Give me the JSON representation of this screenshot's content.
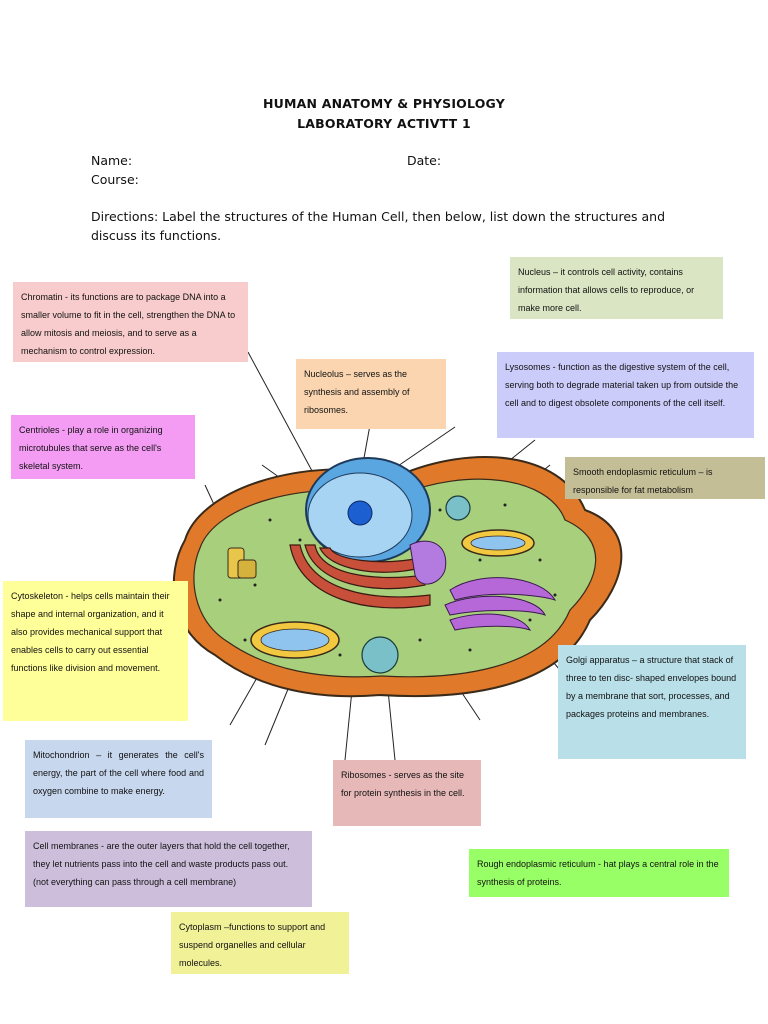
{
  "header": {
    "line1": "HUMAN ANATOMY & PHYSIOLOGY",
    "line2": "LABORATORY ACTIVTT 1"
  },
  "fields": {
    "name": "Name:",
    "date": "Date:",
    "course": "Course:"
  },
  "directions": "Directions: Label the structures of the Human Cell, then below, list down the structures and discuss its functions.",
  "labels": {
    "nucleus": "Nucleus – it controls cell activity, contains information that allows cells to reproduce, or make more cell.",
    "chromatin": "Chromatin - its functions are to package DNA into a smaller volume to fit in the cell, strengthen the DNA to allow mitosis and meiosis, and to serve as a mechanism to control expression.",
    "nucleolus": "Nucleolus – serves as the synthesis and assembly of ribosomes.",
    "lysosomes": "Lysosomes - function as the digestive system of the cell, serving both to degrade material taken up from outside the cell and to digest obsolete components of the cell itself.",
    "centrioles": "Centrioles - play a role in organizing microtubules that serve as the cell's skeletal system.",
    "smooth_er": "Smooth endoplasmic reticulum – is responsible for fat metabolism",
    "cytoskeleton": "Cytoskeleton - helps cells maintain their shape and internal organization, and it also provides mechanical support that enables cells to carry out essential functions like division and movement.",
    "golgi": "Golgi apparatus – a structure that stack of three to ten disc- shaped envelopes bound by a membrane that sort, processes, and packages proteins and membranes.",
    "mitochondrion": "Mitochondrion – it generates the cell's energy, the part of the cell where food and oxygen combine to make energy.",
    "ribosomes": "Ribosomes - serves as the site for protein synthesis in the cell.",
    "cell_membranes": "Cell membranes - are the outer layers that hold the cell together, they let nutrients pass into the cell and waste products pass out. (not everything can pass through a cell membrane)",
    "rough_er": "Rough endoplasmic reticulum - hat plays a central role in the synthesis of proteins.",
    "cytoplasm": "Cytoplasm –functions to support and suspend organelles and cellular molecules."
  },
  "colors": {
    "nucleus": "#d9e5c3",
    "chromatin": "#f8cccc",
    "nucleolus": "#fad5b0",
    "lysosomes": "#ccccfb",
    "centrioles": "#f49cf4",
    "smooth_er": "#c4be96",
    "cytoskeleton": "#ffff99",
    "golgi": "#b9dfe8",
    "mitochondrion": "#c7d7ee",
    "ribosomes": "#e6b9b8",
    "cell_membranes": "#cdbfdc",
    "rough_er": "#99ff66",
    "cytoplasm": "#f1f198",
    "membrane_outer": "#e07a2a",
    "cytoplasm_fill": "#a8cf7c",
    "nucleus_fill": "#8fc4ee",
    "mito_fill": "#f2c840",
    "golgi_fill": "#b668d8",
    "rough_er_fill": "#c8503a"
  }
}
